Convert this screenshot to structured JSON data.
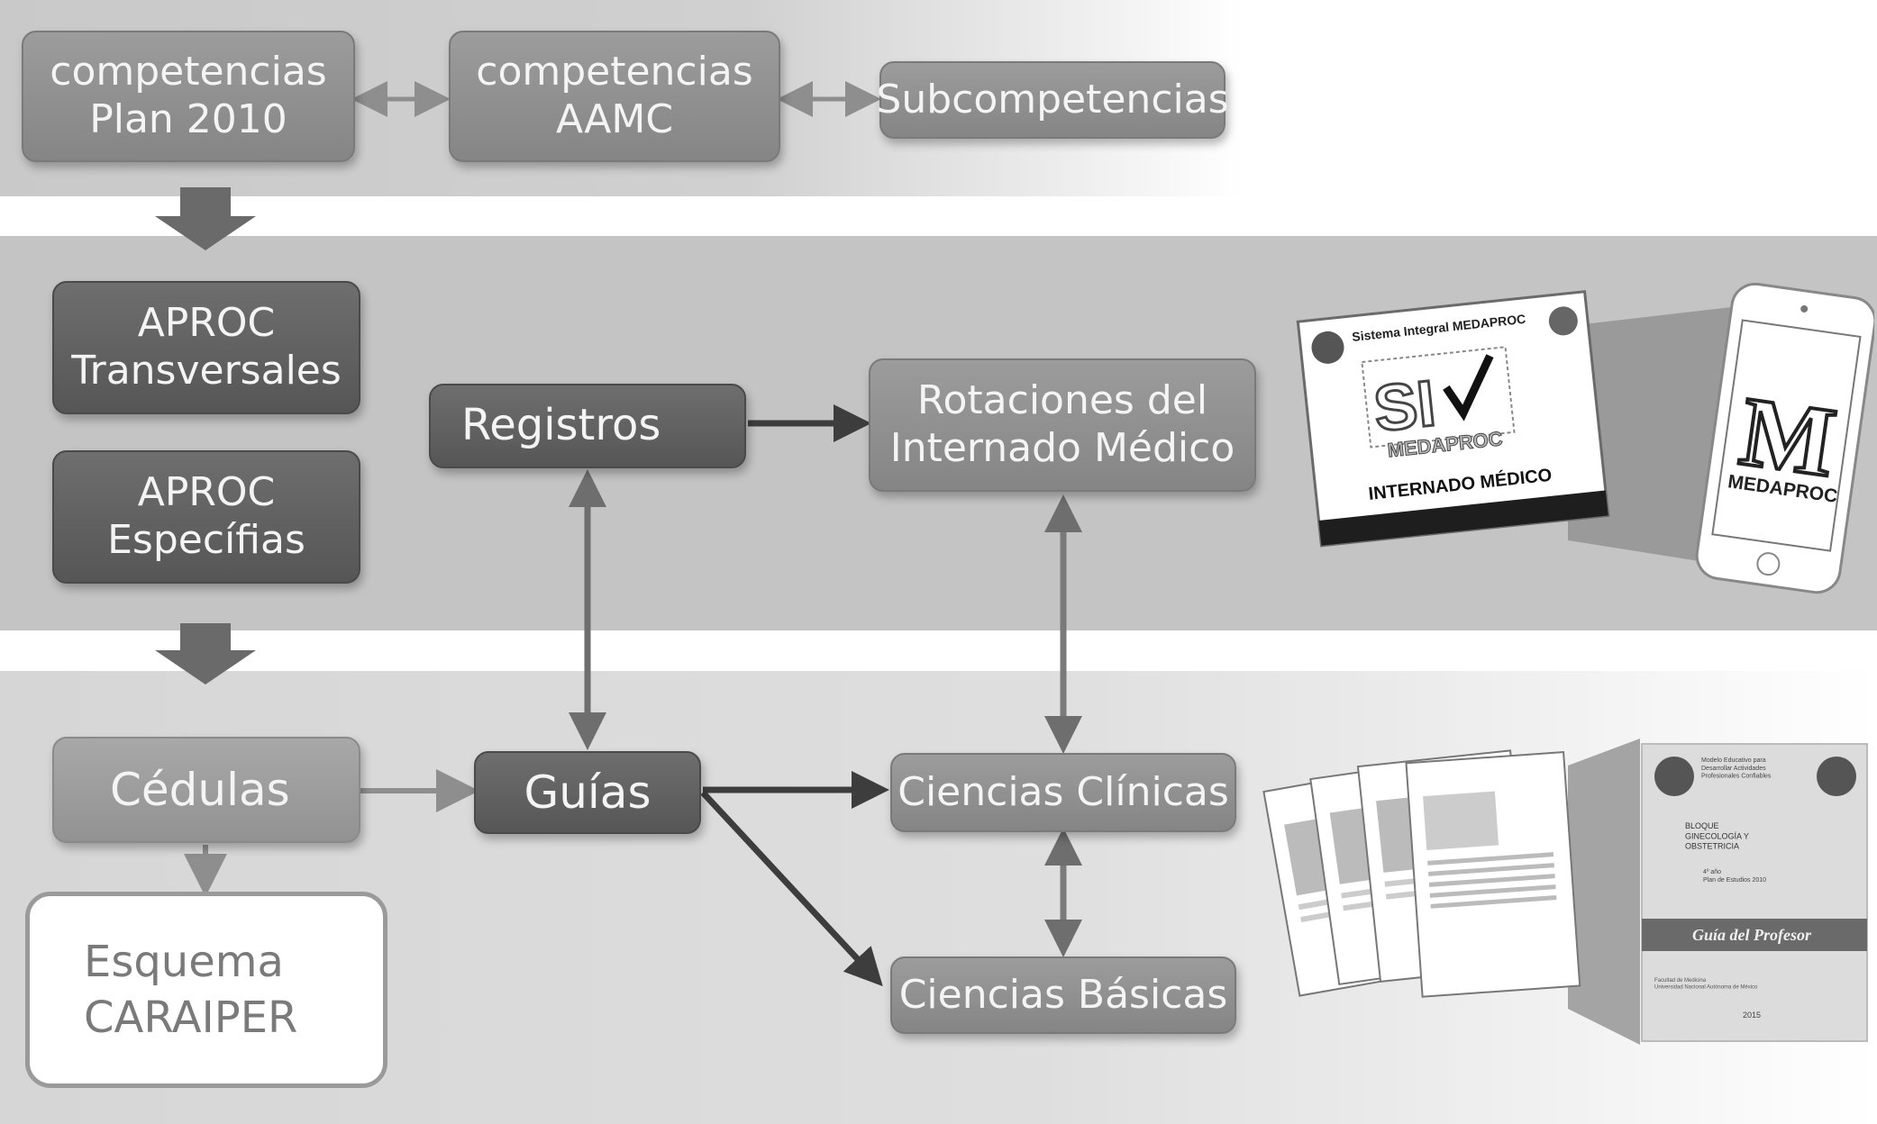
{
  "top_row": {
    "plan2010": "competencias\nPlan 2010",
    "aamc": "competencias\nAAMC",
    "subcompetencias": "Subcompetencias"
  },
  "aproc": {
    "transversales": "APROC\nTransversales",
    "especificas": "APROC\nEspecífias"
  },
  "middle": {
    "registros": "Registros",
    "rotaciones": "Rotaciones del\nInternado Médico"
  },
  "bottom": {
    "cedulas": "Cédulas",
    "guias": "Guías",
    "esquema": "Esquema\nCARAIPER",
    "ciencias_clinicas": "Ciencias Clínicas",
    "ciencias_basicas": "Ciencias Básicas"
  },
  "screen_image": {
    "header": "Sistema Integral  MEDAPROC",
    "logo_text": "SI",
    "logo_sub": "MEDAPROC",
    "caption": "INTERNADO MÉDICO",
    "phone_letter": "M",
    "phone_label": "MEDAPROC"
  },
  "guide_image": {
    "cover_lines": "Modelo Educativo para\nDesarrollar Actividades\nProfesionales Confiables",
    "cover_title": "BLOQUE\nGINECOLOGÍA Y\nOBSTETRICIA",
    "cover_year_line": "4º año\nPlan de Estudios 2010",
    "cover_band": "Guía del Profesor",
    "cover_footer": "Facultad de Medicina\nUniversidad Nacional Autónoma de México",
    "cover_date": "2015"
  }
}
